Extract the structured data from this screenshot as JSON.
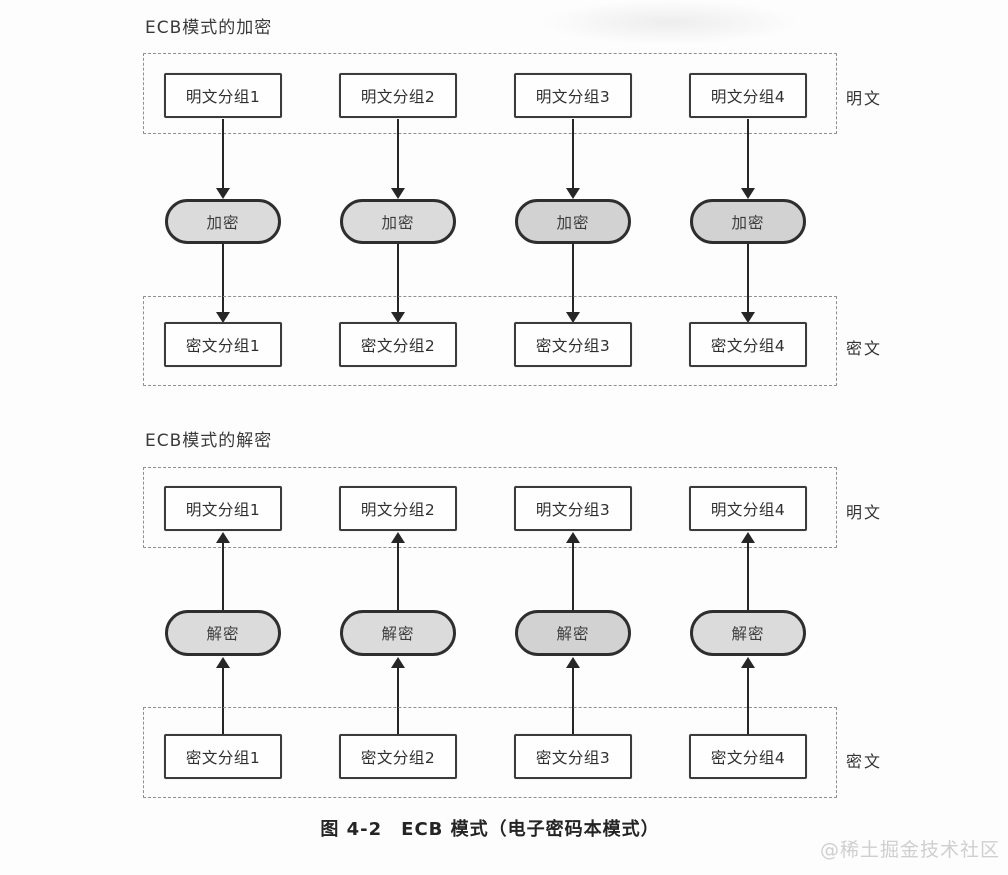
{
  "encryption_section": {
    "title": "ECB模式的加密",
    "process_label": "加密",
    "plaintext_group_label": "明文",
    "ciphertext_group_label": "密文",
    "plaintext_blocks": [
      "明文分组1",
      "明文分组2",
      "明文分组3",
      "明文分组4"
    ],
    "ciphertext_blocks": [
      "密文分组1",
      "密文分组2",
      "密文分组3",
      "密文分组4"
    ]
  },
  "decryption_section": {
    "title": "ECB模式的解密",
    "process_label": "解密",
    "plaintext_group_label": "明文",
    "ciphertext_group_label": "密文",
    "plaintext_blocks": [
      "明文分组1",
      "明文分组2",
      "明文分组3",
      "明文分组4"
    ],
    "ciphertext_blocks": [
      "密文分组1",
      "密文分组2",
      "密文分组3",
      "密文分组4"
    ]
  },
  "caption": "图 4-2　ECB 模式（电子密码本模式）",
  "watermark": "@稀土掘金技术社区",
  "colors": {
    "block_border": "#3b3b3b",
    "pill_fill": "#dbdbdb",
    "dashed_border": "#8f8f8f",
    "arrow": "#262626",
    "watermark_text": "#cfcfcf"
  }
}
